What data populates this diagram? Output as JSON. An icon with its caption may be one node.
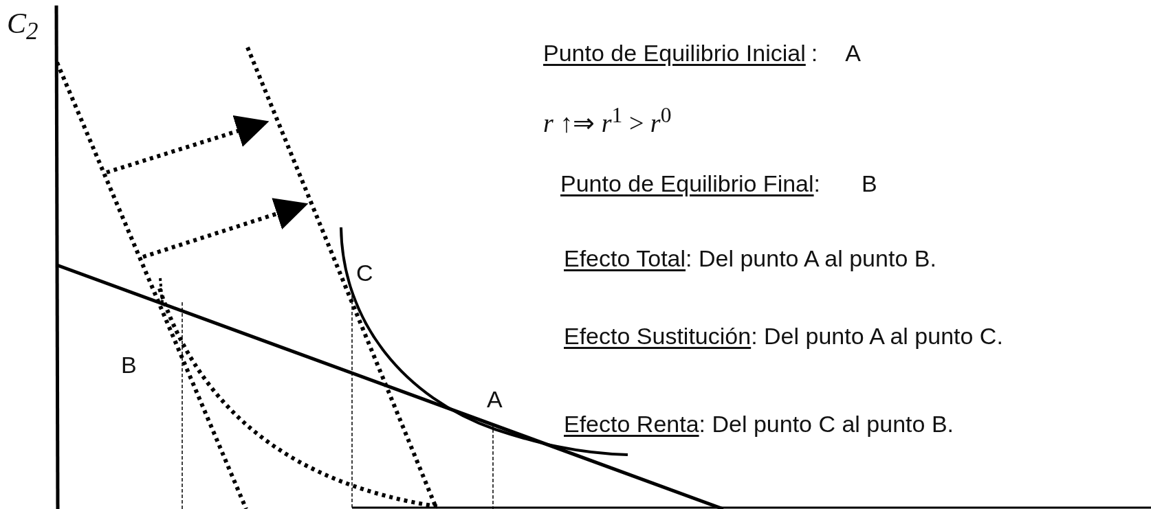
{
  "diagram": {
    "labels": [
      "C$_{2}$",
      "Punto de Equilibrio Inicial",
      ":",
      "A",
      "*r* ↑⇒ *r*$^{1}$ > *r*$^{0}$",
      "Punto de Equilibrio Final",
      ":",
      "B",
      "Efecto Total",
      ": Del punto A al punto B.",
      "C",
      "Efecto Sustitución",
      ": Del punto A al punto C.",
      "B",
      "A",
      "Efecto Renta",
      ": Del punto C al punto B."
    ]
  }
}
